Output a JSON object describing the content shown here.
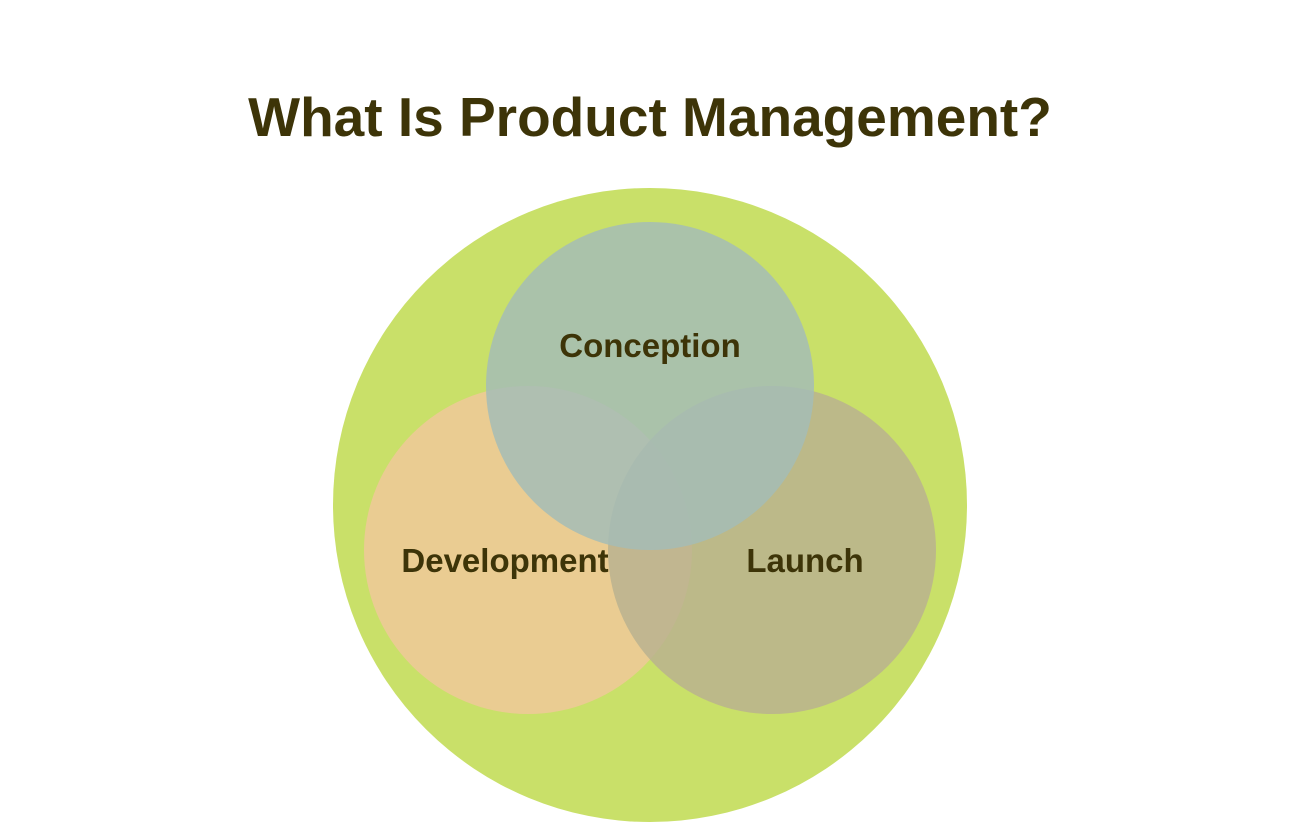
{
  "title": "What Is Product Management?",
  "diagram": {
    "type": "venn",
    "outer_color": "#c9e069",
    "circles": [
      {
        "label": "Conception",
        "color": "#a4bcb6"
      },
      {
        "label": "Development",
        "color": "#f0c89a"
      },
      {
        "label": "Launch",
        "color": "#bab28f"
      }
    ]
  }
}
